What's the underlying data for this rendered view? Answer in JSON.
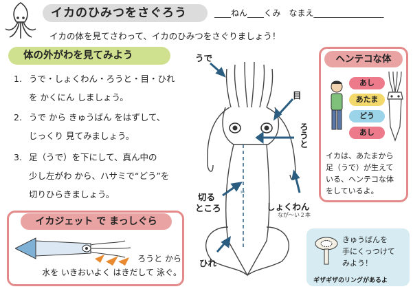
{
  "header": {
    "title": "イカのひみつをさぐろう",
    "name_line": "____ねん____くみ　なまえ_________________",
    "intro": "イカの体を見てさわって、イカのひみつをさぐりましょう！"
  },
  "section1": {
    "title": "体の外がわを見てみよう",
    "steps": [
      {
        "num": "1.",
        "line1": "うで・しょくわん・ろうと・目・ひれ",
        "line2": "を かくにん しましょう。"
      },
      {
        "num": "2.",
        "line1": "うで から きゅうばん をはずして、",
        "line2": "じっくり 見てみましょう。"
      },
      {
        "num": "3.",
        "line1": "足（うで）を下にして、真ん中の",
        "line2": "少し左がわ から、ハサミで“どう”を",
        "line3": "切りひらきましょう。"
      }
    ]
  },
  "diagram": {
    "label_ude": "うで",
    "label_me": "目",
    "label_routo": "ろうと",
    "label_kiru1": "切る",
    "label_kiru2": "ところ",
    "label_shokuwan": "しょくわん",
    "label_note": "なが〜い２本",
    "label_hire": "ひれ"
  },
  "henteko": {
    "title": "ヘンテコな体",
    "bands": [
      "あし",
      "あたま",
      "どう",
      "あし"
    ],
    "text": [
      "イカは、あたまから",
      "足（うで）が生えて",
      "いる、ヘンテコな体",
      "をしているよ。"
    ]
  },
  "gadget": {
    "title": "イカジェット で まっしぐら",
    "text_line1": "ろうと から",
    "text_line2": "水を いきおいよく はきだして 泳ぐ。"
  },
  "sucker": {
    "text": [
      "きゅうばんを",
      "手にくっつけて",
      "みよう！"
    ],
    "note": "ギザギザのリングがあるよ"
  },
  "colors": {
    "green": "#cfe08e",
    "pink": "#e9a3a3",
    "gray": "#dcdcdc",
    "blue": "#d6ecf2"
  }
}
